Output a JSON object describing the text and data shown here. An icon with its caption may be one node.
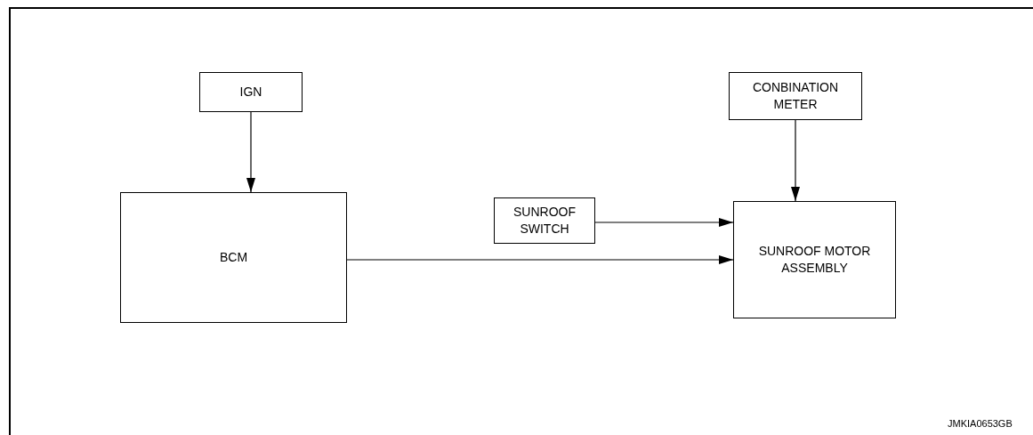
{
  "diagram": {
    "nodes": [
      {
        "text": [
          "IGN"
        ]
      },
      {
        "text": [
          "CONBINATION METER"
        ]
      },
      {
        "text": [
          "BCM"
        ]
      },
      {
        "text": [
          "SUNROOF SWITCH"
        ]
      },
      {
        "text": [
          "SUNROOF MOTOR ASSEMBLY"
        ]
      }
    ],
    "edges": [
      {
        "from": 0,
        "to": 2,
        "arrow": "to"
      },
      {
        "from": 1,
        "to": 4,
        "arrow": "to"
      },
      {
        "from": 3,
        "to": 4,
        "arrow": "to"
      },
      {
        "from": 2,
        "to": 4,
        "arrow": "to"
      }
    ],
    "labels": [
      "JMKIA0653GB"
    ]
  }
}
